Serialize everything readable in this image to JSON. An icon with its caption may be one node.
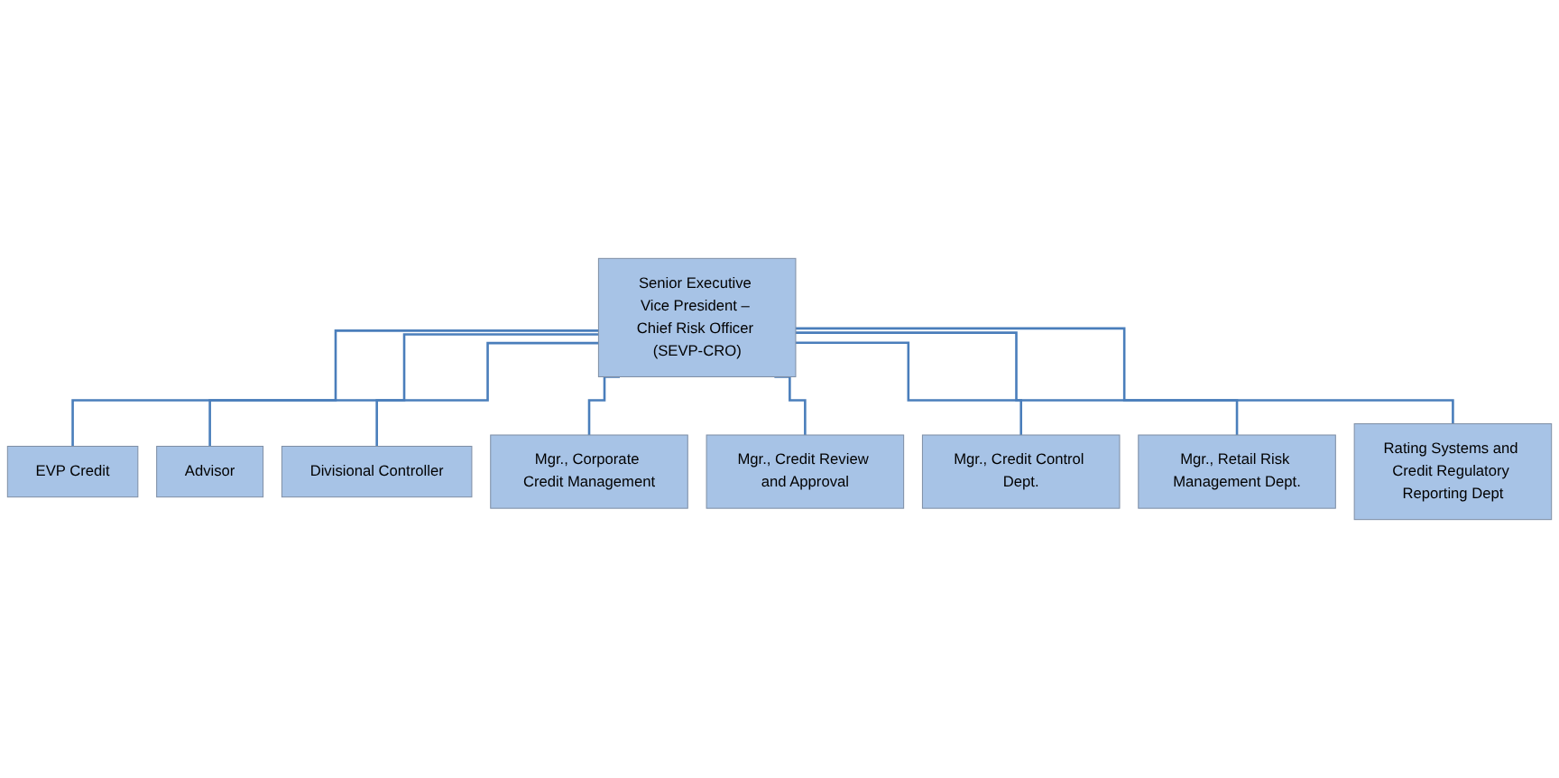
{
  "diagram": {
    "nodes": [
      {
        "text": [
          "Senior Executive Vice President – Chief Risk Officer (SEVP-CRO)"
        ]
      },
      {
        "text": [
          "EVP Credit"
        ]
      },
      {
        "text": [
          "Advisor"
        ]
      },
      {
        "text": [
          "Divisional Controller"
        ]
      },
      {
        "text": [
          "Mgr., Corporate Credit Management"
        ]
      },
      {
        "text": [
          "Mgr., Credit Review and Approval"
        ]
      },
      {
        "text": [
          "Mgr., Credit Control Dept."
        ]
      },
      {
        "text": [
          "Mgr., Retail Risk Management Dept."
        ]
      },
      {
        "text": [
          "Rating Systems and Credit Regulatory Reporting Dept"
        ]
      }
    ],
    "edges": [
      {
        "from": 0,
        "to": 1,
        "arrow": "none"
      },
      {
        "from": 0,
        "to": 2,
        "arrow": "none"
      },
      {
        "from": 0,
        "to": 3,
        "arrow": "none"
      },
      {
        "from": 0,
        "to": 4,
        "arrow": "none"
      },
      {
        "from": 0,
        "to": 5,
        "arrow": "none"
      },
      {
        "from": 0,
        "to": 6,
        "arrow": "none"
      },
      {
        "from": 0,
        "to": 7,
        "arrow": "none"
      },
      {
        "from": 0,
        "to": 8,
        "arrow": "none"
      }
    ]
  }
}
